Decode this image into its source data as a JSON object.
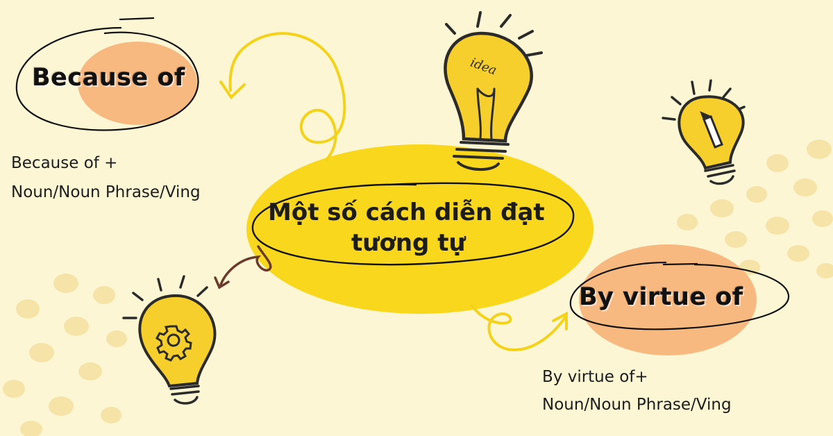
{
  "colors": {
    "background": "#fdf6d4",
    "center_blob": "#f9d71c",
    "orange_blob": "#f7b980",
    "dots": "#f6e3a8",
    "bulb": "#f6cf2c",
    "ink": "#2b2b2b",
    "arrow_yellow": "#f5d21a",
    "arrow_brown": "#6b3a2a"
  },
  "center": {
    "line1": "Một số cách diễn đạt",
    "line2": "tương tự"
  },
  "because_of": {
    "heading": "Because of",
    "desc_line1": "Because of +",
    "desc_line2": "Noun/Noun Phrase/Ving"
  },
  "by_virtue_of": {
    "heading": "By virtue of",
    "desc_line1": "By virtue of+",
    "desc_line2": "Noun/Noun Phrase/Ving"
  },
  "icons": [
    "idea-bulb-icon",
    "pencil-bulb-icon",
    "gear-bulb-icon"
  ]
}
